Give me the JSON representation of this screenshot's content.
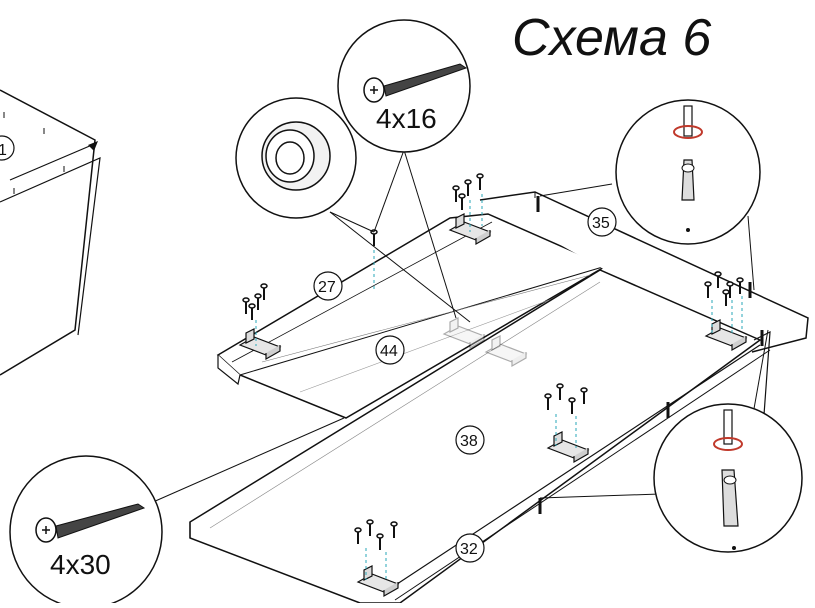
{
  "title": "Схема 6",
  "callouts": {
    "screw_short": "4x16",
    "screw_long": "4x30"
  },
  "parts": {
    "p27": "27",
    "p44": "44",
    "p35": "35",
    "p38": "38",
    "p32": "32",
    "p1": "1"
  },
  "colors": {
    "line": "#111111",
    "dash": "#2aa7b8",
    "rotate": "#c0392b"
  }
}
